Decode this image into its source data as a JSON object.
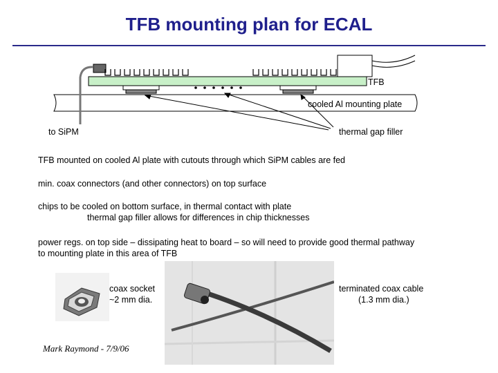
{
  "title": "TFB mounting plan for ECAL",
  "diagram": {
    "label_tfb": "TFB",
    "label_plate": "cooled Al mounting plate",
    "label_sipm": "to SiPM",
    "label_gap": "thermal gap filler"
  },
  "notes": {
    "line1": "TFB mounted on cooled Al plate with cutouts through which SiPM cables are fed",
    "line2": "min. coax connectors (and other connectors) on top surface",
    "line3a": "chips to be cooled on bottom surface, in thermal contact with plate",
    "line3b": "thermal gap filler allows for differences in chip thicknesses",
    "line4a": "power regs. on top side – dissipating heat to board – so will need to provide good thermal pathway",
    "line4b": "to mounting plate in this area of TFB"
  },
  "photos": {
    "socket_line1": "coax socket",
    "socket_line2": "~2 mm dia.",
    "cable_line1": "terminated coax cable",
    "cable_line2": "(1.3 mm dia.)"
  },
  "author": "Mark Raymond - 7/9/06",
  "colors": {
    "title": "#1f1f8c",
    "board": "#c8f0c8"
  }
}
